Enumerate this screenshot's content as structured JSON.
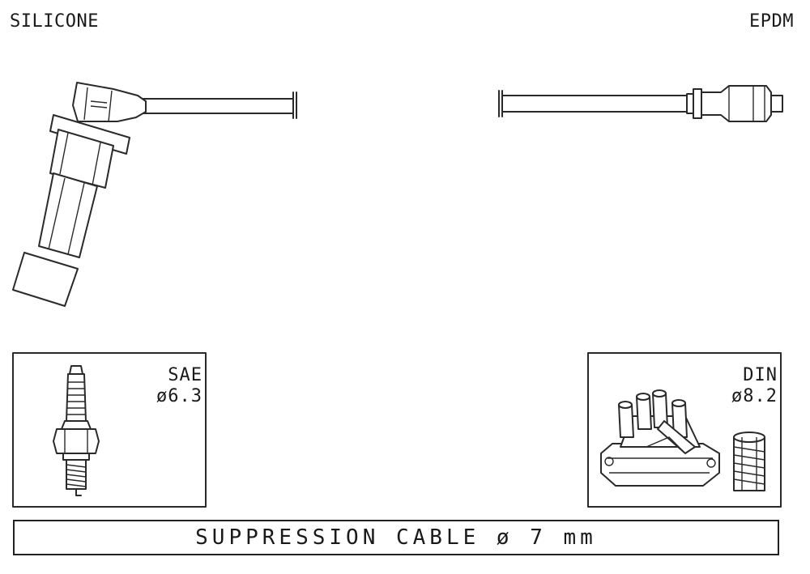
{
  "labels": {
    "left_material": "SILICONE",
    "right_material": "EPDM",
    "left_box_line1": "SAE",
    "left_box_line2": "ø6.3",
    "right_box_line1": "DIN",
    "right_box_line2": "ø8.2",
    "banner": "SUPPRESSION CABLE ø 7 mm"
  },
  "colors": {
    "line": "#2a2a2a",
    "background": "#ffffff"
  },
  "icons": [
    "spark-plug-boot-icon",
    "cable-connector-icon",
    "spark-plug-icon",
    "distributor-cap-icon",
    "coil-spring-icon"
  ]
}
